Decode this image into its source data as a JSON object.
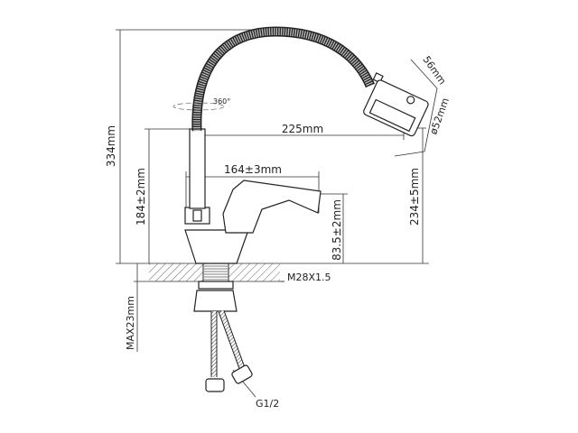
{
  "dimensions": {
    "total_height": "334mm",
    "spout_height": "184±2mm",
    "reach": "225mm",
    "lever_length": "164±3mm",
    "lever_height": "83.5±2mm",
    "head_height": "234±5mm",
    "head_length": "56mm",
    "head_diameter": "ø52mm",
    "rotation": "360°",
    "thread": "M28X1.5",
    "max_counter": "MAX23mm",
    "connection": "G1/2"
  }
}
